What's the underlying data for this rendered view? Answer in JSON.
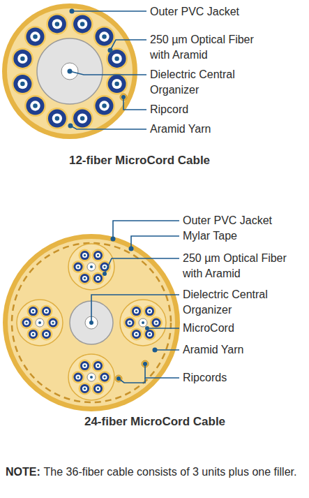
{
  "diagram": {
    "labels": [
      "Outer PVC Jacket",
      "250 µm Optical Fiber with Aramid",
      "Dielectric Central Organizer",
      "Ripcord",
      "Aramid Yarn",
      "12-fiber MicroCord Cable",
      "Outer PVC Jacket",
      "Mylar Tape",
      "250 µm Optical Fiber with Aramid",
      "Dielectric Central Organizer",
      "MicroCord",
      "Aramid Yarn",
      "Ripcords",
      "24-fiber MicroCord Cable",
      "NOTE:",
      "The 36-fiber cable consists of 3 units plus one filler."
    ]
  }
}
